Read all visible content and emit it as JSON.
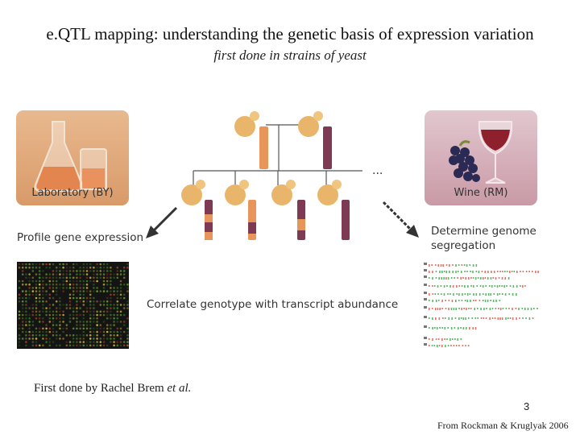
{
  "title": "e.QTL mapping:  understanding the genetic basis of expression variation",
  "subtitle": "first done in strains of yeast",
  "laboratory_panel": {
    "label": "Laboratory (BY)"
  },
  "wine_panel": {
    "label": "Wine (RM)"
  },
  "pedigree": {
    "ellipsis": "..."
  },
  "profile_label": "Profile gene expression",
  "determine_label_line1": "Determine genome",
  "determine_label_line2": "segregation",
  "correlate_label": "Correlate genotype with transcript abundance",
  "brem_text": "First done by Rachel Brem ",
  "brem_text_italic": "et al.",
  "page_number": "3",
  "source": "From Rockman & Kruglyak 2006",
  "colors": {
    "by_orange": "#e8955c",
    "rm_purple": "#7d3a52",
    "yeast": "#e9b56a"
  }
}
